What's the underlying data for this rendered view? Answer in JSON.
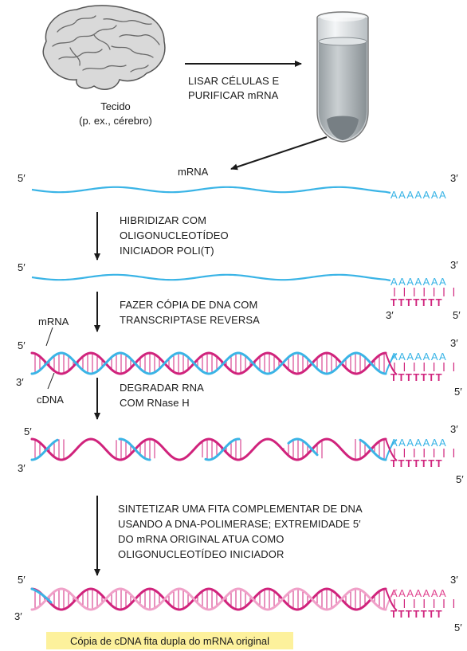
{
  "tissue": {
    "label_line1": "Tecido",
    "label_line2": "(p. ex., cérebro)",
    "icon": "brain-icon"
  },
  "tube": {
    "icon": "test-tube-icon"
  },
  "lyse_step": {
    "line1": "LISAR CÉLULAS E",
    "line2": "PURIFICAR mRNA"
  },
  "mrna_label": "mRNA",
  "end5": "5′",
  "end3": "3′",
  "poly_a": "AAAAAAA",
  "poly_t": "TTTTTTT",
  "step1": {
    "line1": "HIBRIDIZAR COM",
    "line2": "OLIGONUCLEOTÍDEO",
    "line3": "INICIADOR POLI(T)"
  },
  "step2": {
    "line1": "FAZER CÓPIA DE DNA COM",
    "line2": "TRANSCRIPTASE REVERSA"
  },
  "strand_labels": {
    "mrna": "mRNA",
    "cdna": "cDNA"
  },
  "step3": {
    "line1": "DEGRADAR RNA",
    "line2": "COM RNase H"
  },
  "step4": {
    "line1": "SINTETIZAR UMA FITA COMPLEMENTAR DE DNA",
    "line2": "USANDO A DNA-POLIMERASE; EXTREMIDADE 5′",
    "line3": "DO mRNA ORIGINAL ATUA COMO",
    "line4": "OLIGONUCLEOTÍDEO INICIADOR"
  },
  "result": "Cópia de cDNA fita dupla do mRNA original",
  "colors": {
    "mrna": "#3ab4e6",
    "cdna": "#d0237c",
    "second_strand": "#f0a0c8",
    "rungs": "#d0237c",
    "highlight": "#fdf19c",
    "arrow": "#1a1a1a"
  }
}
